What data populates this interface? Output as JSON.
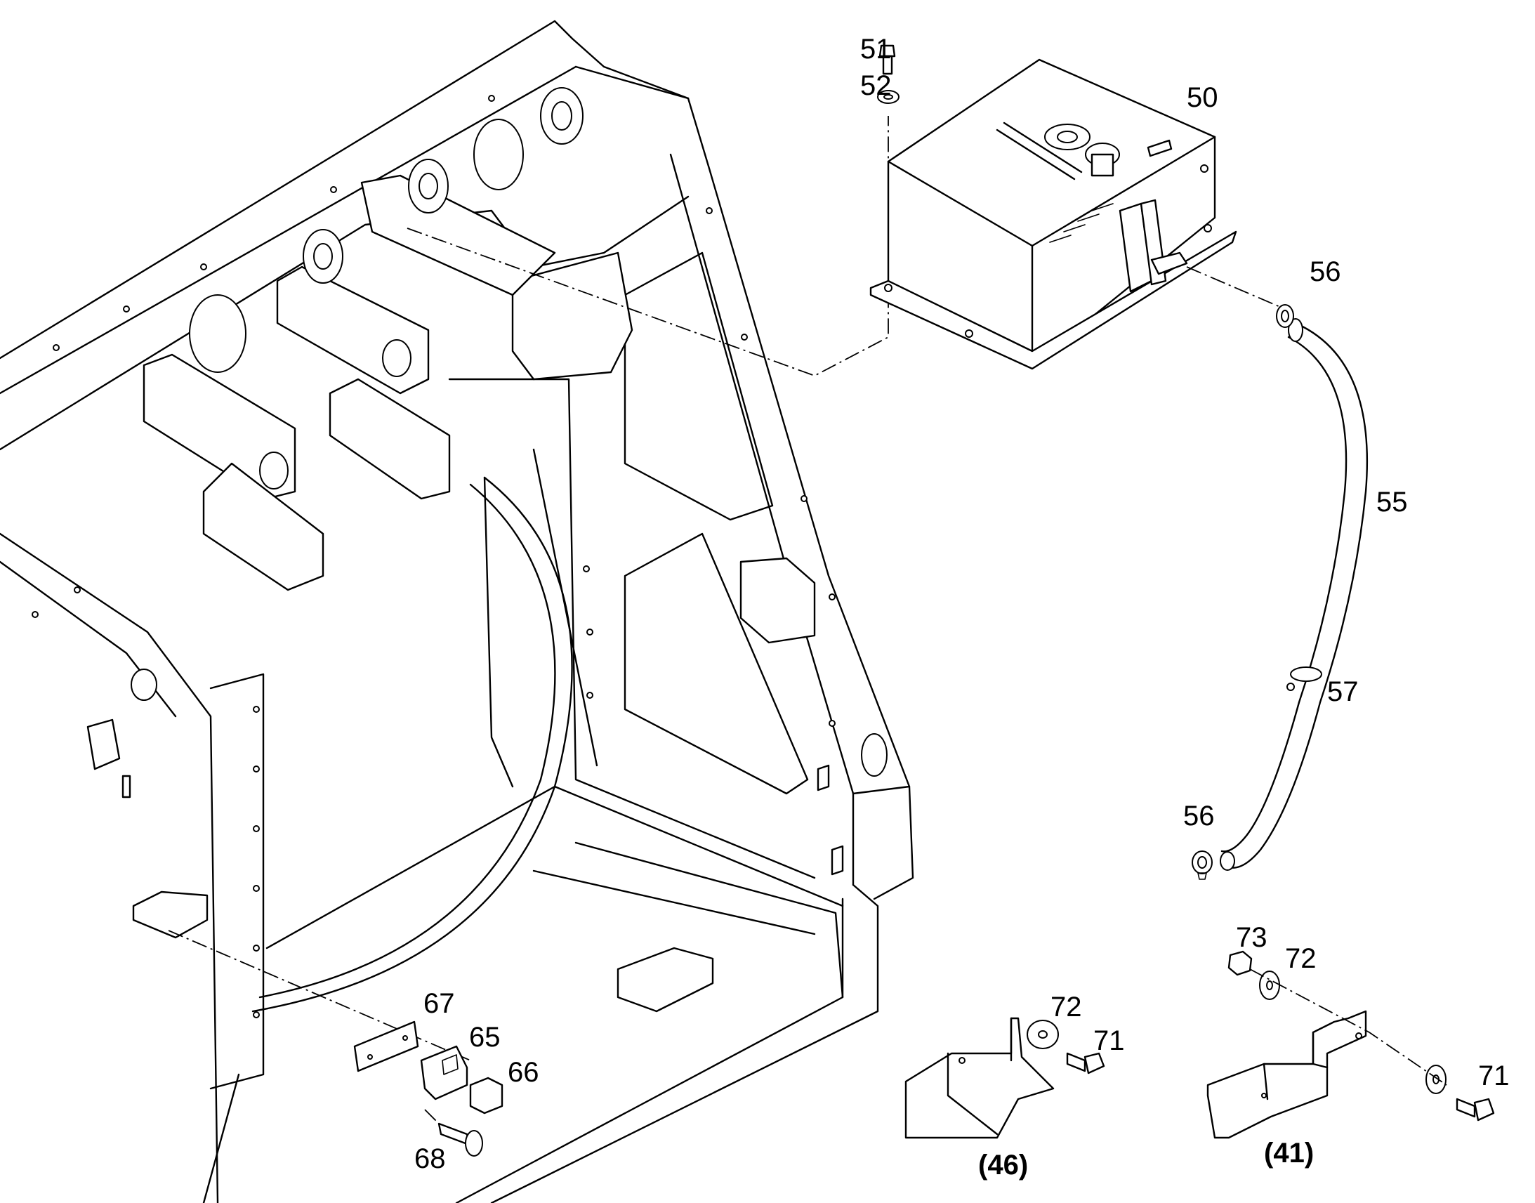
{
  "callouts": {
    "c50": "50",
    "c51": "51",
    "c52": "52",
    "c55": "55",
    "c56a": "56",
    "c56b": "56",
    "c57": "57",
    "c65": "65",
    "c66": "66",
    "c67": "67",
    "c68": "68",
    "c71a": "71",
    "c71b": "71",
    "c72a": "72",
    "c72b": "72",
    "c73": "73"
  },
  "views": {
    "v46": "(46)",
    "v41": "(41)"
  }
}
